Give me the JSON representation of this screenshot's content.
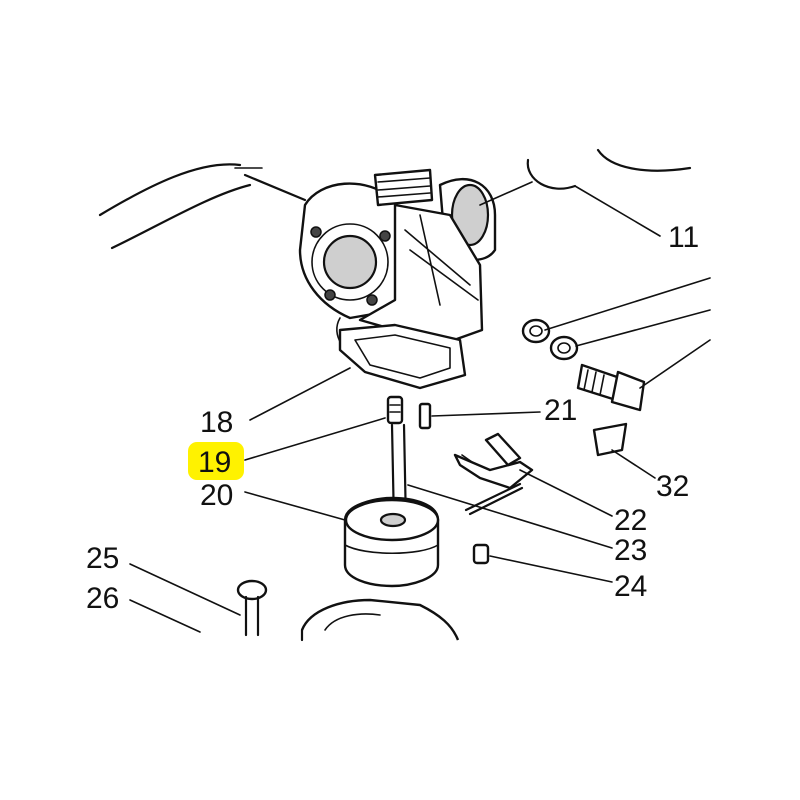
{
  "labels": {
    "p11": "11",
    "p18": "18",
    "p19": "19",
    "p20": "20",
    "p21": "21",
    "p22": "22",
    "p23": "23",
    "p24": "24",
    "p25": "25",
    "p26": "26",
    "p32": "32"
  },
  "highlight": {
    "part": "19",
    "color": "#fff200"
  }
}
